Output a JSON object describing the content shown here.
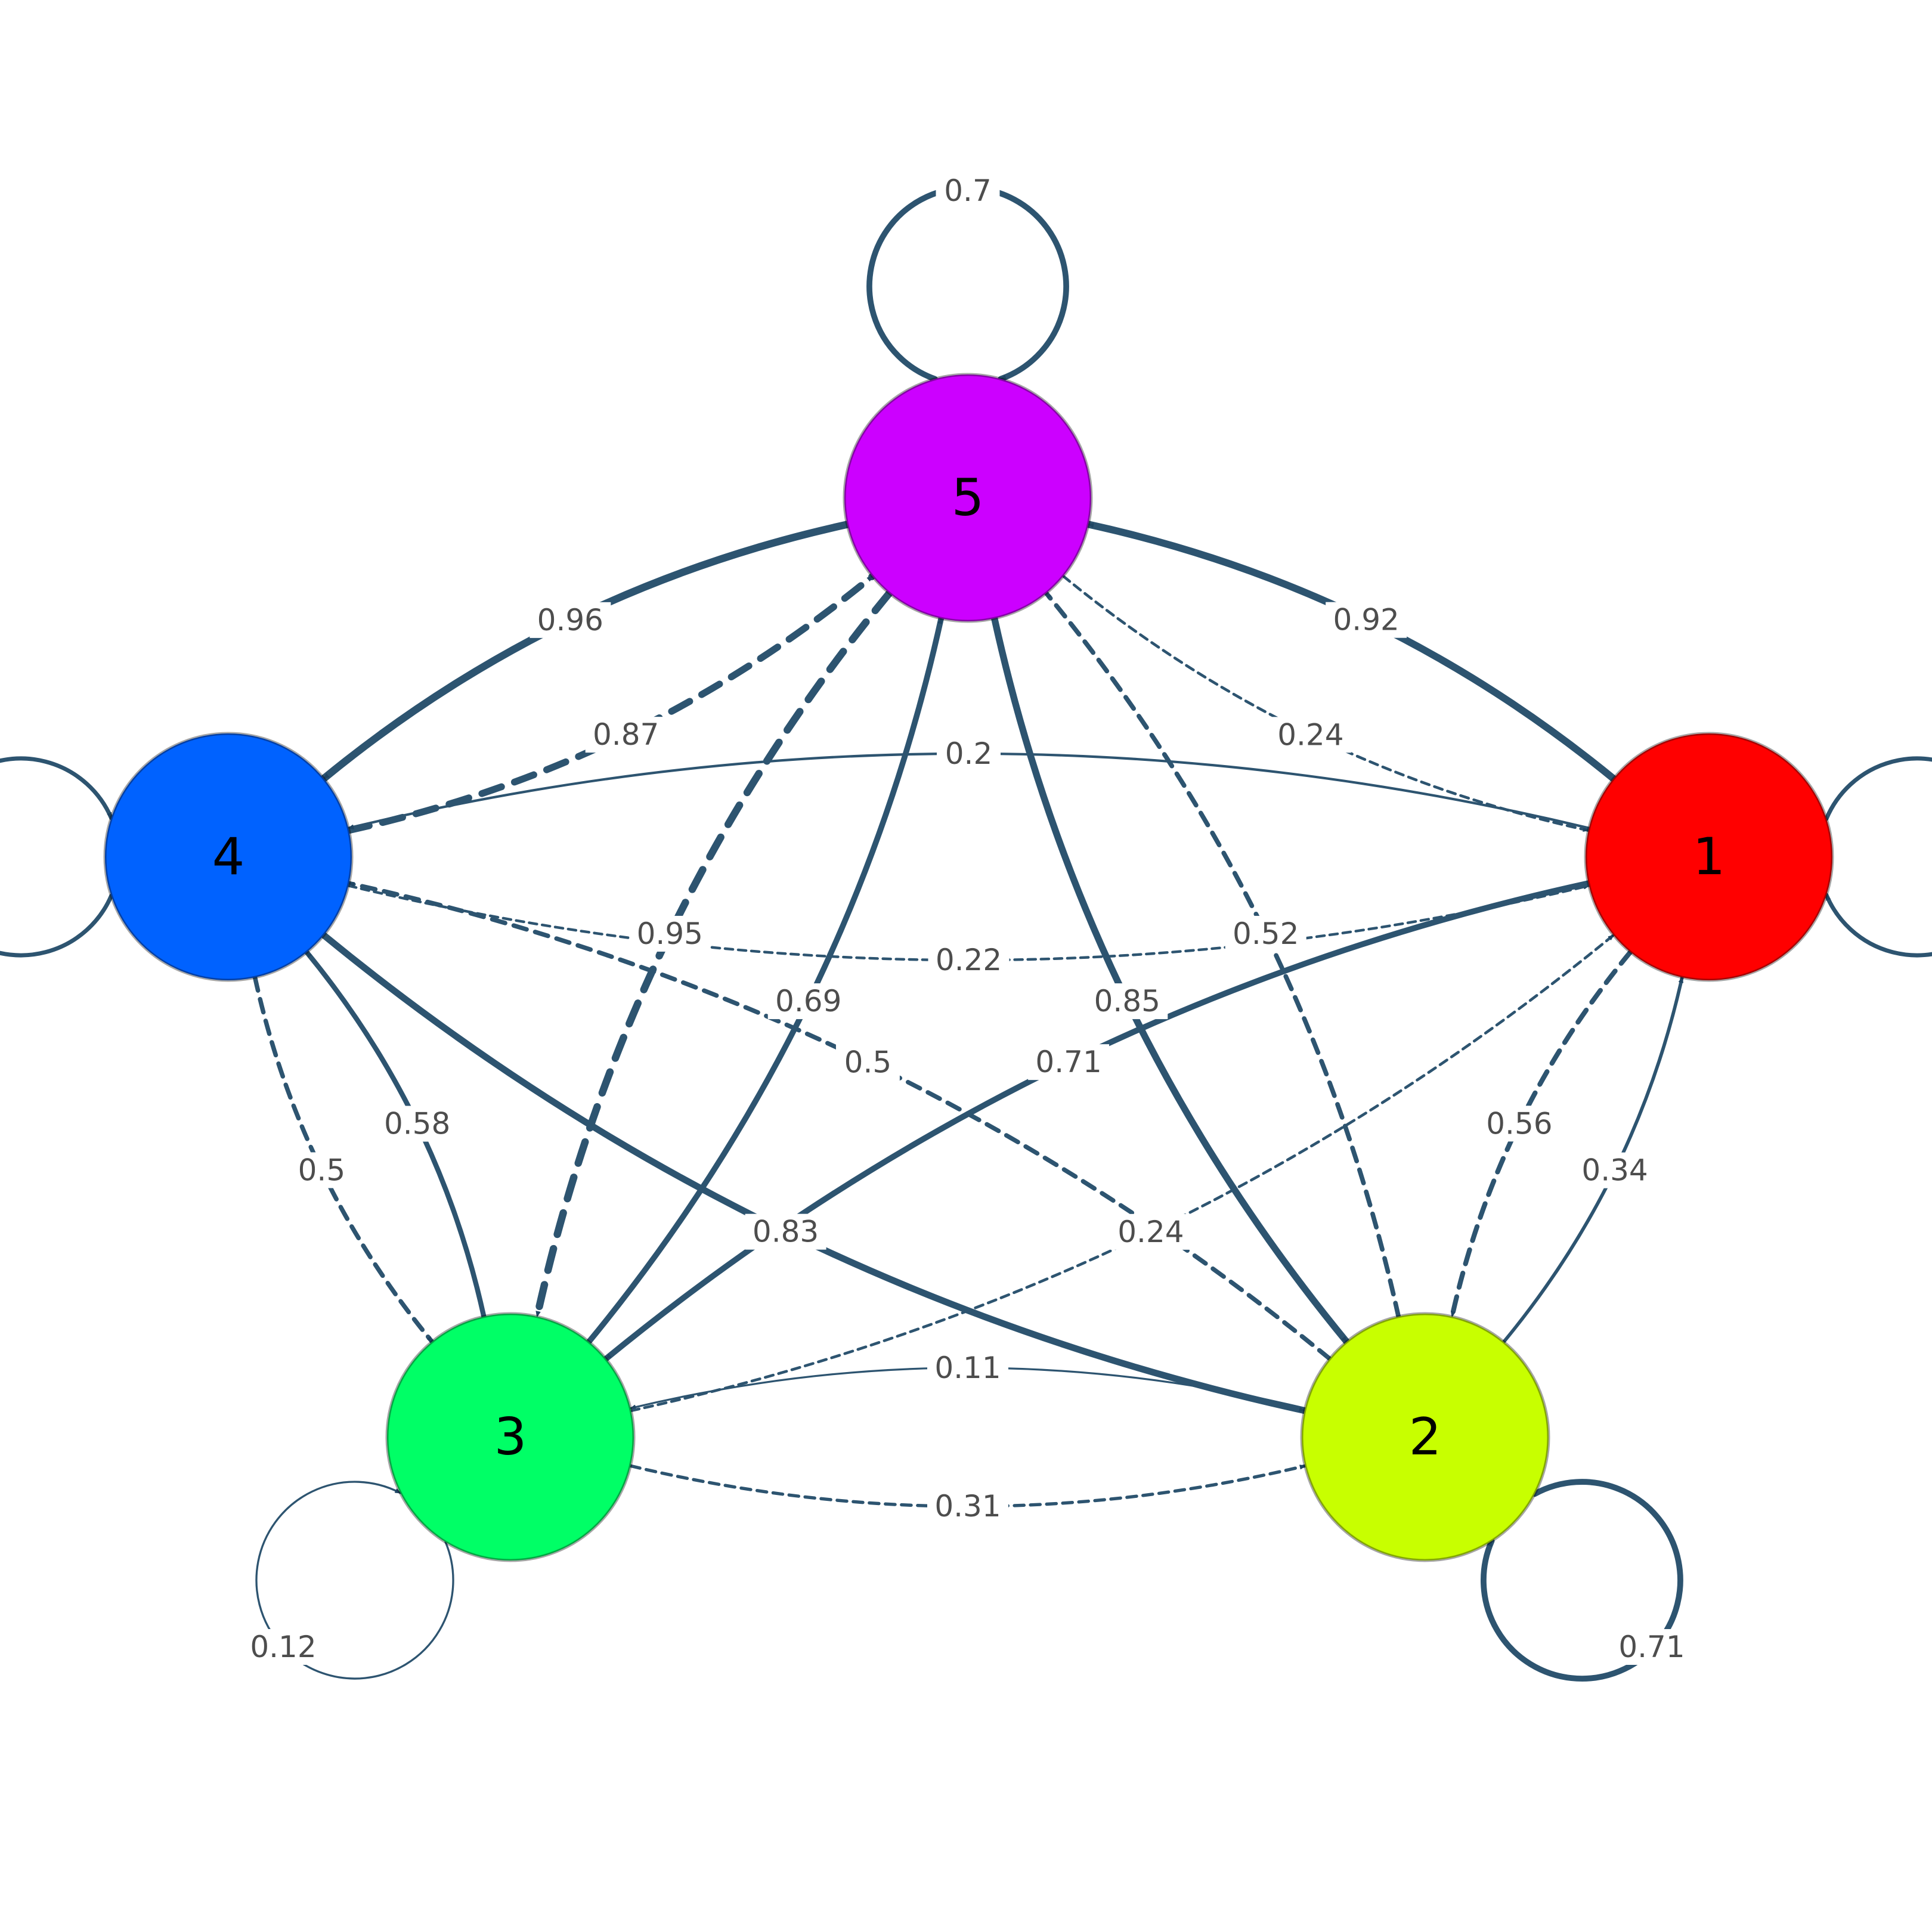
{
  "graph": {
    "nodes": [
      {
        "id": "1",
        "label": "1",
        "color": "#ff0000"
      },
      {
        "id": "2",
        "label": "2",
        "color": "#c8ff00"
      },
      {
        "id": "3",
        "label": "3",
        "color": "#00ff66"
      },
      {
        "id": "4",
        "label": "4",
        "color": "#0062ff"
      },
      {
        "id": "5",
        "label": "5",
        "color": "#cc00ff"
      }
    ],
    "edges": [
      {
        "source": "5",
        "target": "5",
        "weight": 0.7,
        "label": "0.7"
      },
      {
        "source": "1",
        "target": "1",
        "weight": null,
        "label": ""
      },
      {
        "source": "2",
        "target": "2",
        "weight": 0.71,
        "label": "0.71"
      },
      {
        "source": "3",
        "target": "3",
        "weight": 0.12,
        "label": "0.12"
      },
      {
        "source": "4",
        "target": "4",
        "weight": null,
        "label": ""
      },
      {
        "source": "1",
        "target": "5",
        "weight": 0.92,
        "label": "0.92"
      },
      {
        "source": "5",
        "target": "1",
        "weight": 0.24,
        "label": "0.24"
      },
      {
        "source": "5",
        "target": "4",
        "weight": 0.96,
        "label": "0.96"
      },
      {
        "source": "4",
        "target": "5",
        "weight": 0.87,
        "label": "0.87"
      },
      {
        "source": "1",
        "target": "4",
        "weight": 0.2,
        "label": "0.2"
      },
      {
        "source": "4",
        "target": "1",
        "weight": 0.22,
        "label": "0.22"
      },
      {
        "source": "3",
        "target": "5",
        "weight": 0.69,
        "label": "0.69"
      },
      {
        "source": "5",
        "target": "3",
        "weight": 0.95,
        "label": "0.95"
      },
      {
        "source": "5",
        "target": "2",
        "weight": 0.85,
        "label": "0.85"
      },
      {
        "source": "2",
        "target": "5",
        "weight": 0.52,
        "label": "0.52"
      },
      {
        "source": "3",
        "target": "4",
        "weight": 0.58,
        "label": "0.58"
      },
      {
        "source": "4",
        "target": "3",
        "weight": 0.5,
        "label": "0.5"
      },
      {
        "source": "2",
        "target": "1",
        "weight": 0.34,
        "label": "0.34"
      },
      {
        "source": "1",
        "target": "2",
        "weight": 0.56,
        "label": "0.56"
      },
      {
        "source": "2",
        "target": "3",
        "weight": 0.11,
        "label": "0.11"
      },
      {
        "source": "3",
        "target": "2",
        "weight": 0.31,
        "label": "0.31"
      },
      {
        "source": "4",
        "target": "2",
        "weight": 0.83,
        "label": "0.83"
      },
      {
        "source": "2",
        "target": "4",
        "weight": 0.5,
        "label": "0.5"
      },
      {
        "source": "1",
        "target": "3",
        "weight": 0.71,
        "label": "0.71"
      },
      {
        "source": "3",
        "target": "1",
        "weight": 0.24,
        "label": "0.24"
      }
    ],
    "edge_color": "#2d5470",
    "label_color": "#4d4d4d"
  }
}
